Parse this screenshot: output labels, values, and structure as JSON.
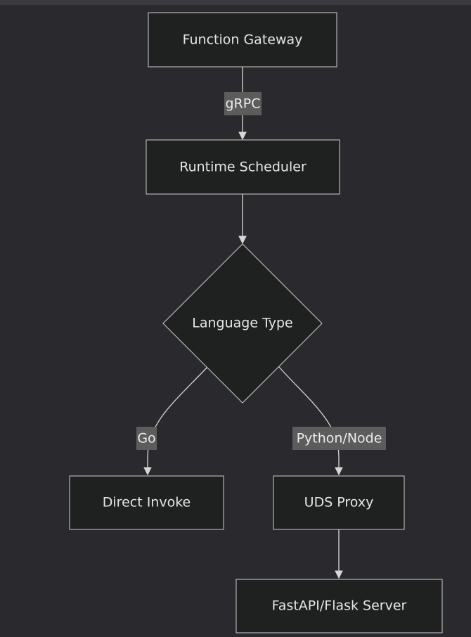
{
  "nodes": {
    "function_gateway": "Function Gateway",
    "runtime_scheduler": "Runtime Scheduler",
    "language_type": "Language Type",
    "direct_invoke": "Direct Invoke",
    "uds_proxy": "UDS Proxy",
    "fastapi_flask_server": "FastAPI/Flask Server"
  },
  "edges": {
    "gateway_to_scheduler": "gRPC",
    "language_to_direct": "Go",
    "language_to_uds": "Python/Node"
  },
  "colors": {
    "background": "#2a2a2e",
    "node_fill": "#1f2020",
    "node_stroke": "#cfcfcf",
    "edge_label_bg": "#5c5c5c",
    "text": "#e6e6e6"
  }
}
